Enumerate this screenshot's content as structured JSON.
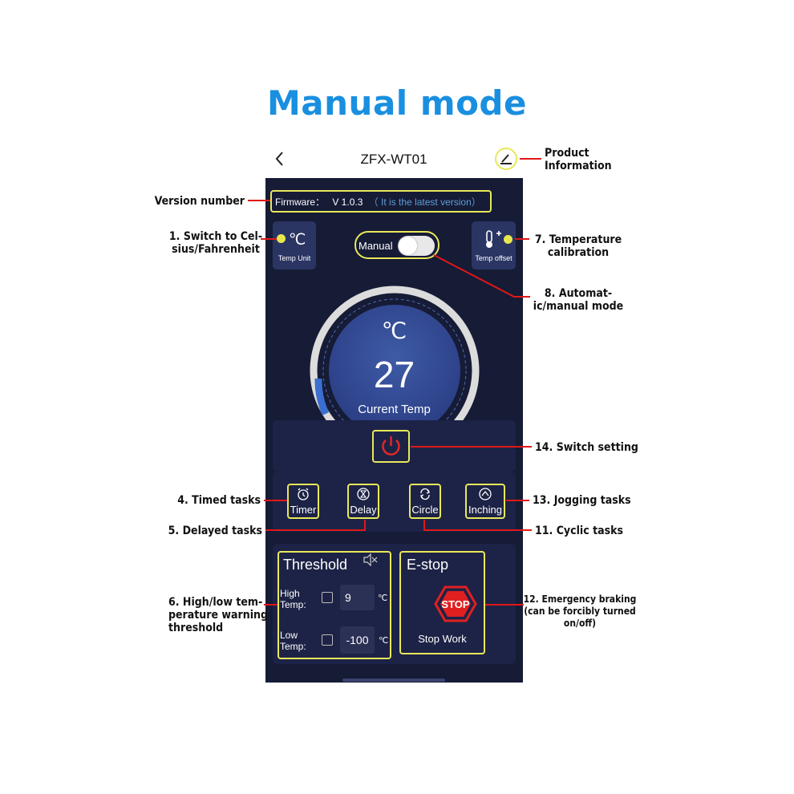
{
  "page_title": "Manual mode",
  "header": {
    "device_name": "ZFX-WT01"
  },
  "firmware": {
    "label": "Firmware：",
    "version": "V 1.0.3",
    "status": "（ It is the latest version）"
  },
  "temp_unit": {
    "symbol": "℃",
    "label": "Temp Unit"
  },
  "temp_offset": {
    "label": "Temp offset"
  },
  "mode_toggle": {
    "label": "Manual",
    "state": "off"
  },
  "gauge": {
    "unit": "℃",
    "value": "27",
    "label": "Current Temp"
  },
  "tasks": [
    {
      "label": "Timer"
    },
    {
      "label": "Delay"
    },
    {
      "label": "Circle"
    },
    {
      "label": "Inching"
    }
  ],
  "threshold": {
    "title": "Threshold",
    "high_label": "High\nTemp:",
    "high_value": "9",
    "low_label": "Low\nTemp:",
    "low_value": "-100",
    "unit": "℃"
  },
  "estop": {
    "title": "E-stop",
    "stop_sign": "STOP",
    "label": "Stop Work"
  },
  "annotations": {
    "product_info": "Product\nInformation",
    "version_number": "Version number",
    "switch_unit": "1. Switch to Cel-\nsius/Fahrenheit",
    "temp_calibration": "7. Temperature\ncalibration",
    "auto_manual": "8. Automat-\nic/manual mode",
    "switch_setting": "14. Switch setting",
    "timed_tasks": "4. Timed tasks",
    "jogging_tasks": "13. Jogging tasks",
    "delayed_tasks": "5. Delayed tasks",
    "cyclic_tasks": "11. Cyclic tasks",
    "threshold": "6. High/low tem-\nperature warning\nthreshold",
    "emergency": "12. Emergency braking\n(can be forcibly turned\non/off)"
  },
  "colors": {
    "title": "#1a8fe0",
    "highlight": "#e8e85a",
    "pointer": "#e01818",
    "phone_bg": "#161b36"
  }
}
